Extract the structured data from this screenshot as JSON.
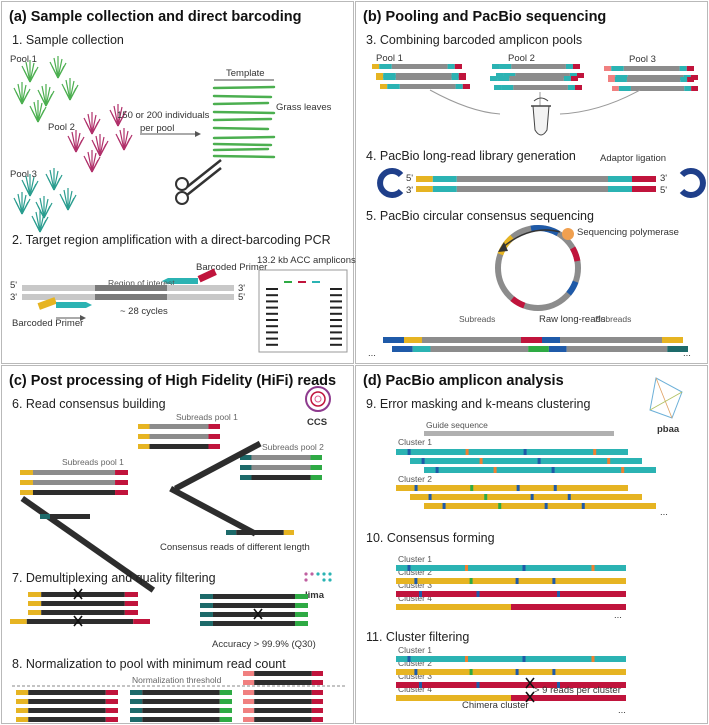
{
  "panels": {
    "a": {
      "title": "(a) Sample collection and direct barcoding",
      "step1": "1. Sample collection",
      "pool1": "Pool 1",
      "pool2": "Pool 2",
      "pool3": "Pool 3",
      "individuals_line1": "150 or 200 individuals",
      "individuals_line2": "per pool",
      "template": "Template",
      "grass_leaves": "Grass leaves",
      "step2": "2. Target region amplification with a direct-barcoding PCR",
      "barcoded_primer_top": "Barcoded Primer",
      "barcoded_primer_bottom": "Barcoded Primer",
      "region_of_interest": "Region of interest",
      "cycles": "~ 28 cycles",
      "prime5": "5'",
      "prime3": "3'",
      "amplicons": "13.2 kb ACC amplicons"
    },
    "b": {
      "title": "(b) Pooling and PacBio sequencing",
      "step3": "3. Combining barcoded amplicon pools",
      "pool1": "Pool 1",
      "pool2": "Pool 2",
      "pool3": "Pool 3",
      "step4": "4. PacBio long-read library generation",
      "adaptor_ligation": "Adaptor ligation",
      "prime5": "5'",
      "prime3": "3'",
      "step5": "5. PacBio circular consensus sequencing",
      "sequencing_polymerase": "Sequencing polymerase",
      "subreads_left": "Subreads",
      "raw_long_reads": "Raw long-reads",
      "subreads_right": "Subreads",
      "ellipsis": "..."
    },
    "c": {
      "title": "(c) Post processing of High Fidelity (HiFi) reads",
      "step6": "6. Read consensus building",
      "ccs": "CCS",
      "subreads_pool1_top": "Subreads pool 1",
      "subreads_pool1": "Subreads pool 1",
      "subreads_pool2": "Subreads pool 2",
      "consensus_reads": "Consensus reads of different length",
      "step7": "7. Demultiplexing and quality filtering",
      "lima": "lima",
      "accuracy": "Accuracy > 99.9% (Q30)",
      "step8": "8. Normalization to pool with minimum read count",
      "normalization_threshold": "Normalization threshold"
    },
    "d": {
      "title": "(d) PacBio amplicon analysis",
      "step9": "9. Error masking and k-means clustering",
      "pbaa": "pbaa",
      "guide_sequence": "Guide sequence",
      "cluster1": "Cluster 1",
      "cluster2": "Cluster 2",
      "cluster3": "Cluster 3",
      "cluster4": "Cluster 4",
      "step10": "10. Consensus forming",
      "step11": "11. Cluster filtering",
      "reads_per_cluster": "> 9 reads per cluster",
      "chimera_cluster": "Chimera cluster",
      "ellipsis": "..."
    }
  },
  "colors": {
    "pool1_yellow": "#e6b422",
    "pool2_teal": "#2bb3b3",
    "pool3_pink": "#f08080",
    "crimson": "#c0143c",
    "dark_blue": "#1f5aa8",
    "green": "#2eaa44",
    "dark_teal": "#1d6a6a",
    "gray": "#8c8c8c",
    "dark": "#2d2d2d",
    "grass_green": "#4caf50",
    "grass_magenta": "#b0306a",
    "grass_teal": "#2a9d8f",
    "ccs_purple": "#8e3b8e"
  }
}
